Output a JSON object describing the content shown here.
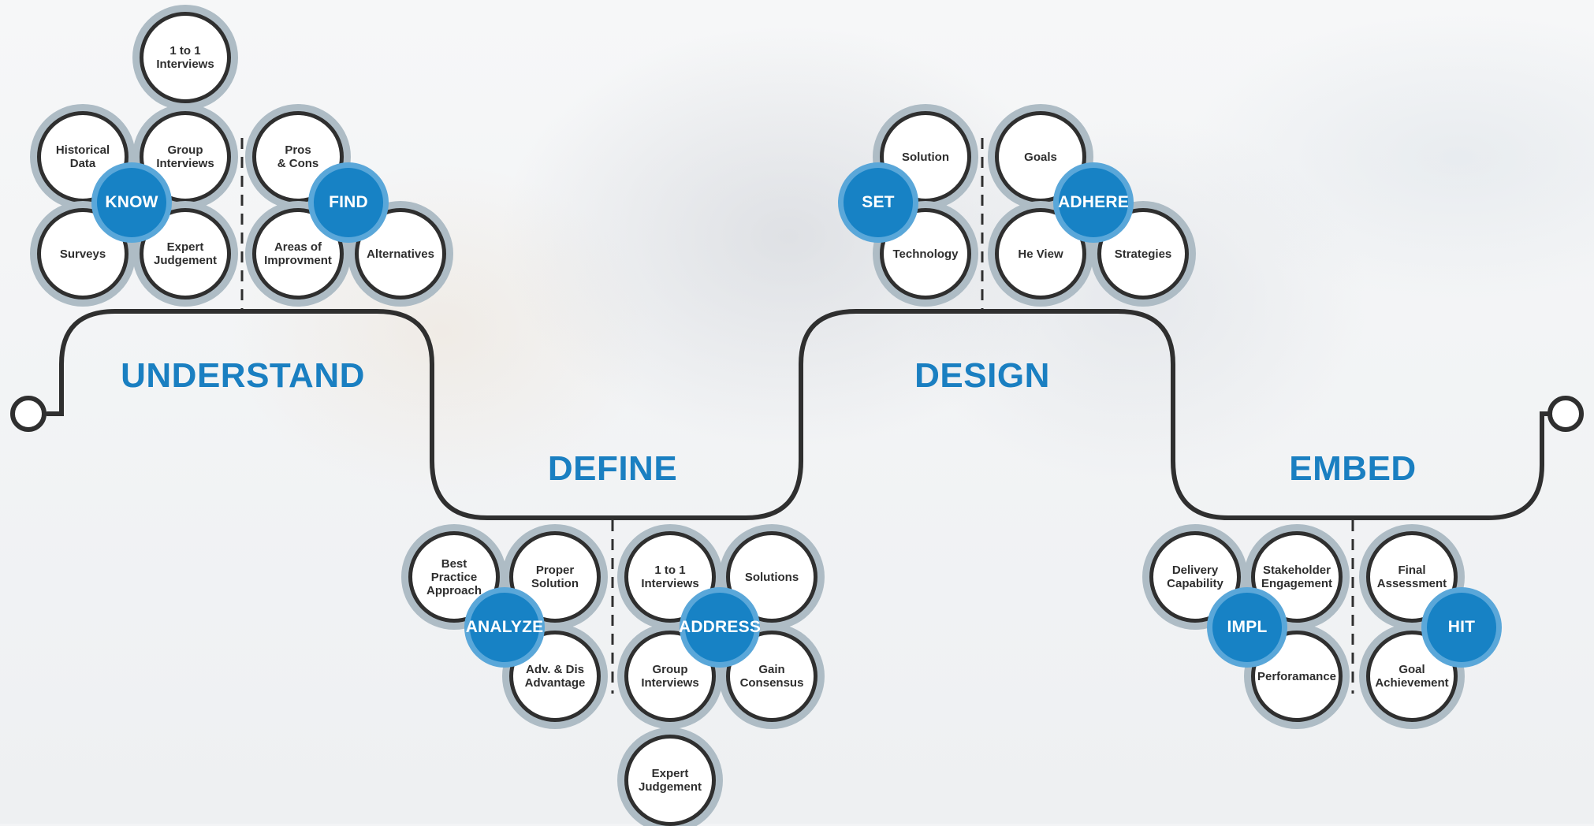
{
  "colors": {
    "accent": "#1782c5",
    "line": "#2f2f2f",
    "ring": "#aebcc5"
  },
  "phases": [
    {
      "label": "UNDERSTAND",
      "groups": [
        {
          "hub": "KNOW",
          "items": [
            "1 to 1\nInterviews",
            "Historical\nData",
            "Group\nInterviews",
            "Surveys",
            "Expert\nJudgement"
          ]
        },
        {
          "hub": "FIND",
          "items": [
            "Pros\n& Cons",
            "Areas of\nImprovment",
            "Alternatives"
          ]
        }
      ]
    },
    {
      "label": "DEFINE",
      "groups": [
        {
          "hub": "ANALYZE",
          "items": [
            "Best\nPractice\nApproach",
            "Proper\nSolution",
            "Adv. & Dis\nAdvantage"
          ]
        },
        {
          "hub": "ADDRESS",
          "items": [
            "1 to 1\nInterviews",
            "Solutions",
            "Group\nInterviews",
            "Gain\nConsensus",
            "Expert\nJudgement"
          ]
        }
      ]
    },
    {
      "label": "DESIGN",
      "groups": [
        {
          "hub": "SET",
          "items": [
            "Solution",
            "Technology"
          ]
        },
        {
          "hub": "ADHERE",
          "items": [
            "Goals",
            "He View",
            "Strategies"
          ]
        }
      ]
    },
    {
      "label": "EMBED",
      "groups": [
        {
          "hub": "IMPL",
          "items": [
            "Delivery\nCapability",
            "Stakeholder\nEngagement",
            "Perforamance"
          ]
        },
        {
          "hub": "HIT",
          "items": [
            "Final\nAssessment",
            "Goal\nAchievement"
          ]
        }
      ]
    }
  ]
}
